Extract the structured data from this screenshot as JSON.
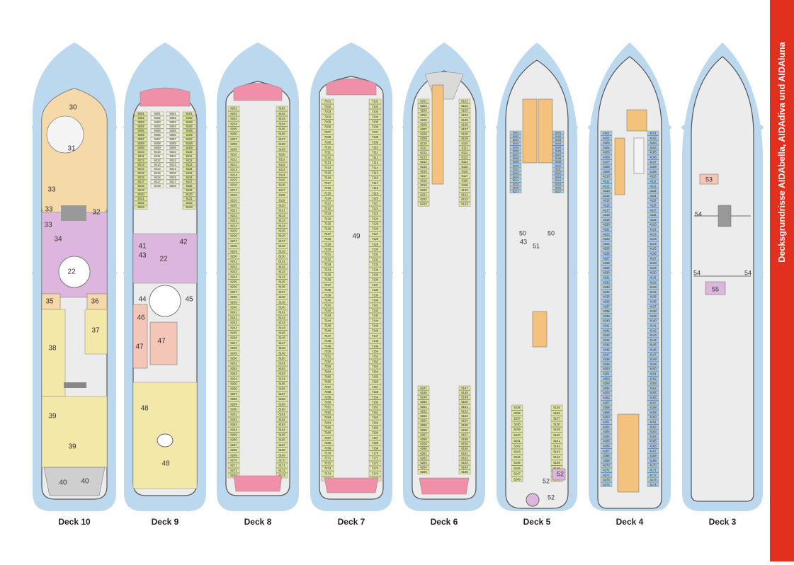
{
  "side_title": "Decksgrundrisse AIDAbella, AIDAdiva und AIDAluna",
  "colors": {
    "sea_glow": "#bcd8ee",
    "hull_fill": "#ececec",
    "hull_stroke": "#555555",
    "cabin_green": "#dfe3a3",
    "cabin_blue": "#a9c9e8",
    "cabin_orange": "#f3c27d",
    "cabin_pink": "#ef8fa8",
    "area_peach": "#f6d9a9",
    "area_lilac": "#dcb6dc",
    "area_yellow": "#f4e8a9",
    "area_salmon": "#f3c6b8",
    "band_red": "#e2301f"
  },
  "decks": [
    {
      "label": "Deck 10"
    },
    {
      "label": "Deck 9"
    },
    {
      "label": "Deck 8"
    },
    {
      "label": "Deck 7"
    },
    {
      "label": "Deck 6"
    },
    {
      "label": "Deck 5"
    },
    {
      "label": "Deck 4"
    },
    {
      "label": "Deck 3"
    }
  ],
  "area_numbers": {
    "deck10": [
      "30",
      "31",
      "33",
      "33",
      "33",
      "32",
      "34",
      "22",
      "35",
      "36",
      "37",
      "38",
      "39",
      "39",
      "40",
      "40"
    ],
    "deck9": [
      "41",
      "43",
      "22",
      "42",
      "44",
      "45",
      "46",
      "47",
      "47",
      "48",
      "48"
    ],
    "deck7": [
      "49"
    ],
    "deck5": [
      "50",
      "50",
      "43",
      "51",
      "52",
      "52",
      "52"
    ],
    "deck3": [
      "53",
      "54",
      "54",
      "54",
      "55"
    ]
  },
  "cabin_labels": {
    "deck9_stbd": [
      "9101",
      "9102",
      "9103",
      "9104",
      "9105",
      "9106",
      "9107",
      "9108",
      "9109",
      "9110",
      "9111",
      "9112",
      "9113",
      "9114",
      "9115",
      "9116",
      "9117",
      "9118",
      "9119",
      "9120",
      "9121",
      "9122",
      "9123"
    ],
    "deck9_port": [
      "9201",
      "9202",
      "9203",
      "9204",
      "9205",
      "9206",
      "9207",
      "9208",
      "9209",
      "9210",
      "9211",
      "9212",
      "9213",
      "9214",
      "9215",
      "9216",
      "9217",
      "9218",
      "9219",
      "9220",
      "9221",
      "9222",
      "9223"
    ],
    "deck9_inner": [
      "9401",
      "9402",
      "9403",
      "9404",
      "9405",
      "9406",
      "9407",
      "9408",
      "9409",
      "9410",
      "9411",
      "9412",
      "9413",
      "9414",
      "9415",
      "9416",
      "9417",
      "9418",
      "9301",
      "9302",
      "9303",
      "9304",
      "9305",
      "9306",
      "9307",
      "9308",
      "9309",
      "9310",
      "9311",
      "9312",
      "9313",
      "9314",
      "9315",
      "9316",
      "9317",
      "9318"
    ],
    "deck8_stbd": [
      "8101",
      "8102",
      "8103",
      "8104",
      "8105",
      "8106",
      "8107",
      "8108",
      "8109",
      "8110",
      "8111",
      "8112",
      "8113",
      "8114",
      "8115",
      "8116",
      "8117",
      "8118",
      "8119",
      "8120",
      "8121",
      "8122",
      "8123",
      "8124",
      "8125",
      "8126",
      "8127",
      "8128",
      "8129",
      "8130",
      "8131",
      "8132",
      "8133",
      "8134",
      "8135",
      "8136",
      "8137",
      "8138",
      "8139",
      "8140",
      "8141",
      "8142",
      "8143",
      "8144",
      "8145",
      "8146",
      "8147",
      "8148",
      "8149",
      "8150",
      "8151",
      "8152",
      "8153",
      "8154",
      "8155",
      "8156",
      "8157",
      "8158",
      "8159",
      "8160",
      "8161",
      "8162",
      "8163",
      "8164",
      "8165",
      "8166",
      "8167",
      "8168",
      "8169",
      "8170",
      "8171",
      "8172",
      "8173"
    ],
    "deck8_port": [
      "8201",
      "8202",
      "8203",
      "8204",
      "8205",
      "8206",
      "8207",
      "8208",
      "8209",
      "8210",
      "8211",
      "8212",
      "8213",
      "8214",
      "8215",
      "8216",
      "8217",
      "8218",
      "8219",
      "8220",
      "8221",
      "8222",
      "8223",
      "8224",
      "8225",
      "8226",
      "8227",
      "8228",
      "8229",
      "8230",
      "8231",
      "8232",
      "8233",
      "8234",
      "8235",
      "8236",
      "8237",
      "8238",
      "8239",
      "8240",
      "8241",
      "8242",
      "8243",
      "8244",
      "8245",
      "8246",
      "8247",
      "8248",
      "8249",
      "8250",
      "8251",
      "8252",
      "8253",
      "8254",
      "8255",
      "8256",
      "8257",
      "8258",
      "8259",
      "8260",
      "8261",
      "8262",
      "8263",
      "8264",
      "8265",
      "8266",
      "8267",
      "8268",
      "8269",
      "8270",
      "8271",
      "8272",
      "8273"
    ],
    "deck7_stbd": [
      "7101",
      "7102",
      "7103",
      "7104",
      "7105",
      "7106",
      "7107",
      "7108",
      "7109",
      "7110",
      "7111",
      "7112",
      "7113",
      "7114",
      "7115",
      "7116",
      "7117",
      "7118",
      "7119",
      "7120",
      "7121",
      "7122",
      "7123",
      "7124",
      "7125",
      "7126",
      "7127",
      "7128",
      "7129",
      "7130",
      "7131",
      "7132",
      "7133",
      "7134",
      "7135",
      "7136",
      "7137",
      "7138",
      "7139",
      "7140",
      "7141",
      "7142",
      "7143",
      "7144",
      "7145",
      "7146",
      "7147",
      "7148",
      "7149",
      "7150",
      "7151",
      "7152",
      "7153",
      "7154",
      "7155",
      "7156",
      "7157",
      "7158",
      "7159",
      "7160",
      "7161",
      "7162",
      "7163",
      "7164",
      "7165",
      "7166",
      "7167",
      "7168",
      "7169",
      "7170",
      "7171",
      "7172",
      "7173",
      "7174",
      "7175"
    ],
    "deck7_port": [
      "7201",
      "7202",
      "7203",
      "7204",
      "7205",
      "7206",
      "7207",
      "7208",
      "7209",
      "7210",
      "7211",
      "7212",
      "7213",
      "7214",
      "7215",
      "7216",
      "7217",
      "7218",
      "7219",
      "7220",
      "7221",
      "7222",
      "7223",
      "7224",
      "7225",
      "7226",
      "7227",
      "7228",
      "7229",
      "7230",
      "7231",
      "7232",
      "7233",
      "7234",
      "7235",
      "7236",
      "7237",
      "7238",
      "7239",
      "7240",
      "7241",
      "7242",
      "7243",
      "7244",
      "7245",
      "7246",
      "7247",
      "7248",
      "7249",
      "7250",
      "7251",
      "7252",
      "7253",
      "7254",
      "7255",
      "7256",
      "7257",
      "7258",
      "7259",
      "7260",
      "7261",
      "7262",
      "7263",
      "7264",
      "7265",
      "7266",
      "7267",
      "7268",
      "7269",
      "7270",
      "7271",
      "7272",
      "7273",
      "7274",
      "7275"
    ],
    "deck6_stbd": [
      "6101",
      "6102",
      "6103",
      "6104",
      "6105",
      "6106",
      "6107",
      "6108",
      "6109",
      "6110",
      "6111",
      "6112",
      "6113",
      "6114",
      "6115",
      "6116",
      "6117",
      "6118",
      "6119",
      "6120",
      "6121",
      "6122",
      "6123",
      "6147",
      "6148",
      "6149",
      "6150",
      "6151",
      "6152",
      "6153",
      "6154",
      "6155",
      "6156",
      "6157",
      "6158",
      "6159",
      "6160",
      "6161",
      "6162",
      "6163",
      "6164",
      "6165"
    ],
    "deck6_port": [
      "6201",
      "6202",
      "6203",
      "6204",
      "6205",
      "6206",
      "6207",
      "6208",
      "6209",
      "6210",
      "6211",
      "6212",
      "6213",
      "6214",
      "6215",
      "6216",
      "6217",
      "6218",
      "6219",
      "6220",
      "6221",
      "6222",
      "6223",
      "6247",
      "6248",
      "6249",
      "6250",
      "6251",
      "6252",
      "6253",
      "6254",
      "6255",
      "6256",
      "6257",
      "6258",
      "6259",
      "6260",
      "6261",
      "6262",
      "6263",
      "6264",
      "6265"
    ],
    "deck5_stbd": [
      "5101",
      "5102",
      "5103",
      "5104",
      "5105",
      "5106",
      "5107",
      "5108",
      "5109",
      "5110",
      "5111",
      "5112",
      "5113",
      "5114",
      "5115",
      "5116",
      "5117",
      "5135",
      "5136",
      "5137",
      "5138",
      "5139",
      "5140",
      "5141",
      "5142",
      "5143",
      "5144",
      "5145",
      "5146",
      "5147",
      "5148"
    ],
    "deck5_port": [
      "5201",
      "5202",
      "5203",
      "5204",
      "5205",
      "5206",
      "5207",
      "5208",
      "5209",
      "5210",
      "5211",
      "5212",
      "5213",
      "5214",
      "5215",
      "5216",
      "5217",
      "5235",
      "5236",
      "5237",
      "5238",
      "5239",
      "5240",
      "5241",
      "5242",
      "5243",
      "5244",
      "5245",
      "5246",
      "5247",
      "5248"
    ],
    "deck4_stbd": [
      "4101",
      "4102",
      "4103",
      "4104",
      "4105",
      "4106",
      "4107",
      "4108",
      "4109",
      "4110",
      "4111",
      "4112",
      "4113",
      "4114",
      "4115",
      "4116",
      "4117",
      "4118",
      "4119",
      "4120",
      "4121",
      "4122",
      "4123",
      "4124",
      "4125",
      "4126",
      "4127",
      "4128",
      "4129",
      "4130",
      "4131",
      "4132",
      "4133",
      "4134",
      "4135",
      "4136",
      "4137",
      "4138",
      "4139",
      "4140",
      "4141",
      "4142",
      "4143",
      "4144",
      "4145",
      "4146",
      "4147",
      "4148",
      "4149",
      "4150",
      "4151",
      "4152",
      "4153",
      "4154",
      "4155",
      "4156",
      "4157",
      "4158",
      "4159",
      "4160",
      "4161",
      "4162",
      "4163",
      "4164",
      "4165",
      "4166",
      "4167",
      "4168",
      "4169",
      "4170",
      "4171",
      "4172",
      "4173",
      "4174"
    ],
    "deck4_port": [
      "4201",
      "4202",
      "4203",
      "4204",
      "4205",
      "4206",
      "4207",
      "4208",
      "4209",
      "4210",
      "4211",
      "4212",
      "4213",
      "4214",
      "4215",
      "4216",
      "4217",
      "4218",
      "4219",
      "4220",
      "4221",
      "4222",
      "4223",
      "4224",
      "4225",
      "4226",
      "4227",
      "4228",
      "4229",
      "4230",
      "4231",
      "4232",
      "4233",
      "4234",
      "4235",
      "4236",
      "4237",
      "4238",
      "4239",
      "4240",
      "4241",
      "4242",
      "4243",
      "4244",
      "4245",
      "4246",
      "4247",
      "4248",
      "4249",
      "4250",
      "4251",
      "4252",
      "4253",
      "4254",
      "4255",
      "4256",
      "4257",
      "4258",
      "4259",
      "4260",
      "4261",
      "4262",
      "4263",
      "4264",
      "4265",
      "4266",
      "4267",
      "4268",
      "4269",
      "4270",
      "4271",
      "4272",
      "4273",
      "4274"
    ]
  }
}
